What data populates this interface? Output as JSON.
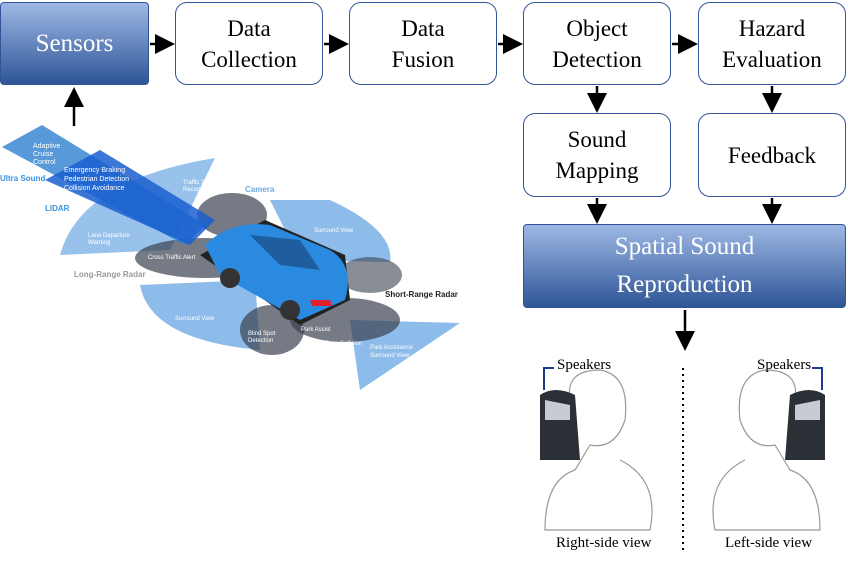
{
  "flow": {
    "sensors": "Sensors",
    "data_collection": "Data\nCollection",
    "data_fusion": "Data\nFusion",
    "object_detection": "Object\nDetection",
    "hazard_evaluation": "Hazard\nEvaluation",
    "sound_mapping": "Sound\nMapping",
    "feedback": "Feedback",
    "spatial_sound": "Spatial Sound\nReproduction"
  },
  "car": {
    "adaptive_cruise": "Adaptive\nCruise\nControl",
    "ultra_sound": "Ultra Sound",
    "emergency": "Emergency Braking\nPedestrian Detection\nCollision Avoidance",
    "lidar": "LIDAR",
    "traffic_sign": "Traffic Sign\nRecognition",
    "camera": "Camera",
    "lane_departure": "Lane Departure\nWarning",
    "cross_traffic": "Cross Traffic Alert",
    "long_range": "Long-Range Radar",
    "surround_view_right": "Surround View",
    "short_range": "Short-Range Radar",
    "surround_view_left": "Surround View",
    "blind_spot": "Blind Spot\nDetection",
    "park_assist": "Park Assist",
    "rear_collision": "Rear Collision\nWarning",
    "park_assistance": "Park Assistance\nSurround View"
  },
  "views": {
    "speakers_right": "Speakers",
    "speakers_left": "Speakers",
    "right_caption": "Right-side view",
    "left_caption": "Left-side view"
  }
}
